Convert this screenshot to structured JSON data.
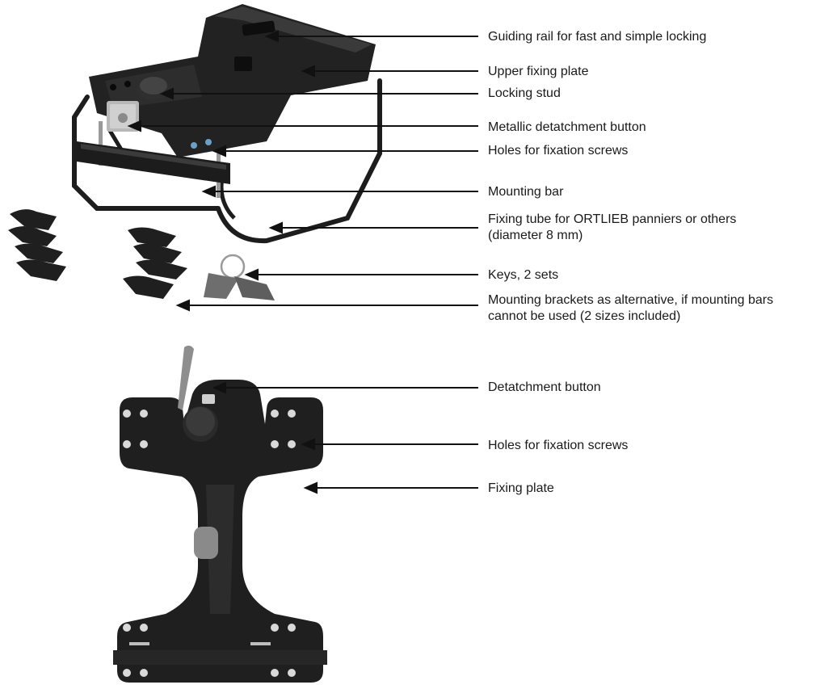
{
  "upper_callouts": [
    {
      "id": "guiding-rail",
      "text": "Guiding rail for fast and simple locking"
    },
    {
      "id": "upper-fixing-plate",
      "text": "Upper fixing plate"
    },
    {
      "id": "locking-stud",
      "text": "Locking stud"
    },
    {
      "id": "metallic-detachment-button",
      "text": "Metallic detatchment button"
    },
    {
      "id": "holes-fixation-screws-upper",
      "text": "Holes for fixation screws"
    },
    {
      "id": "mounting-bar",
      "text": "Mounting bar"
    },
    {
      "id": "fixing-tube",
      "text": "Fixing tube for ORTLIEB panniers or others\n(diameter 8 mm)"
    },
    {
      "id": "keys",
      "text": "Keys, 2 sets"
    },
    {
      "id": "mounting-brackets",
      "text": "Mounting brackets as alternative, if mounting bars\ncannot be used (2 sizes included)"
    }
  ],
  "lower_callouts": [
    {
      "id": "detachment-button",
      "text": "Detatchment button"
    },
    {
      "id": "holes-fixation-screws-lower",
      "text": "Holes for fixation screws"
    },
    {
      "id": "fixing-plate",
      "text": "Fixing plate"
    }
  ],
  "colors": {
    "plastic": "#1f1f1f",
    "plastic_highlight": "#3a3a3a",
    "metal": "#b8b8b8",
    "line": "#111111",
    "text": "#1a1a1a"
  }
}
